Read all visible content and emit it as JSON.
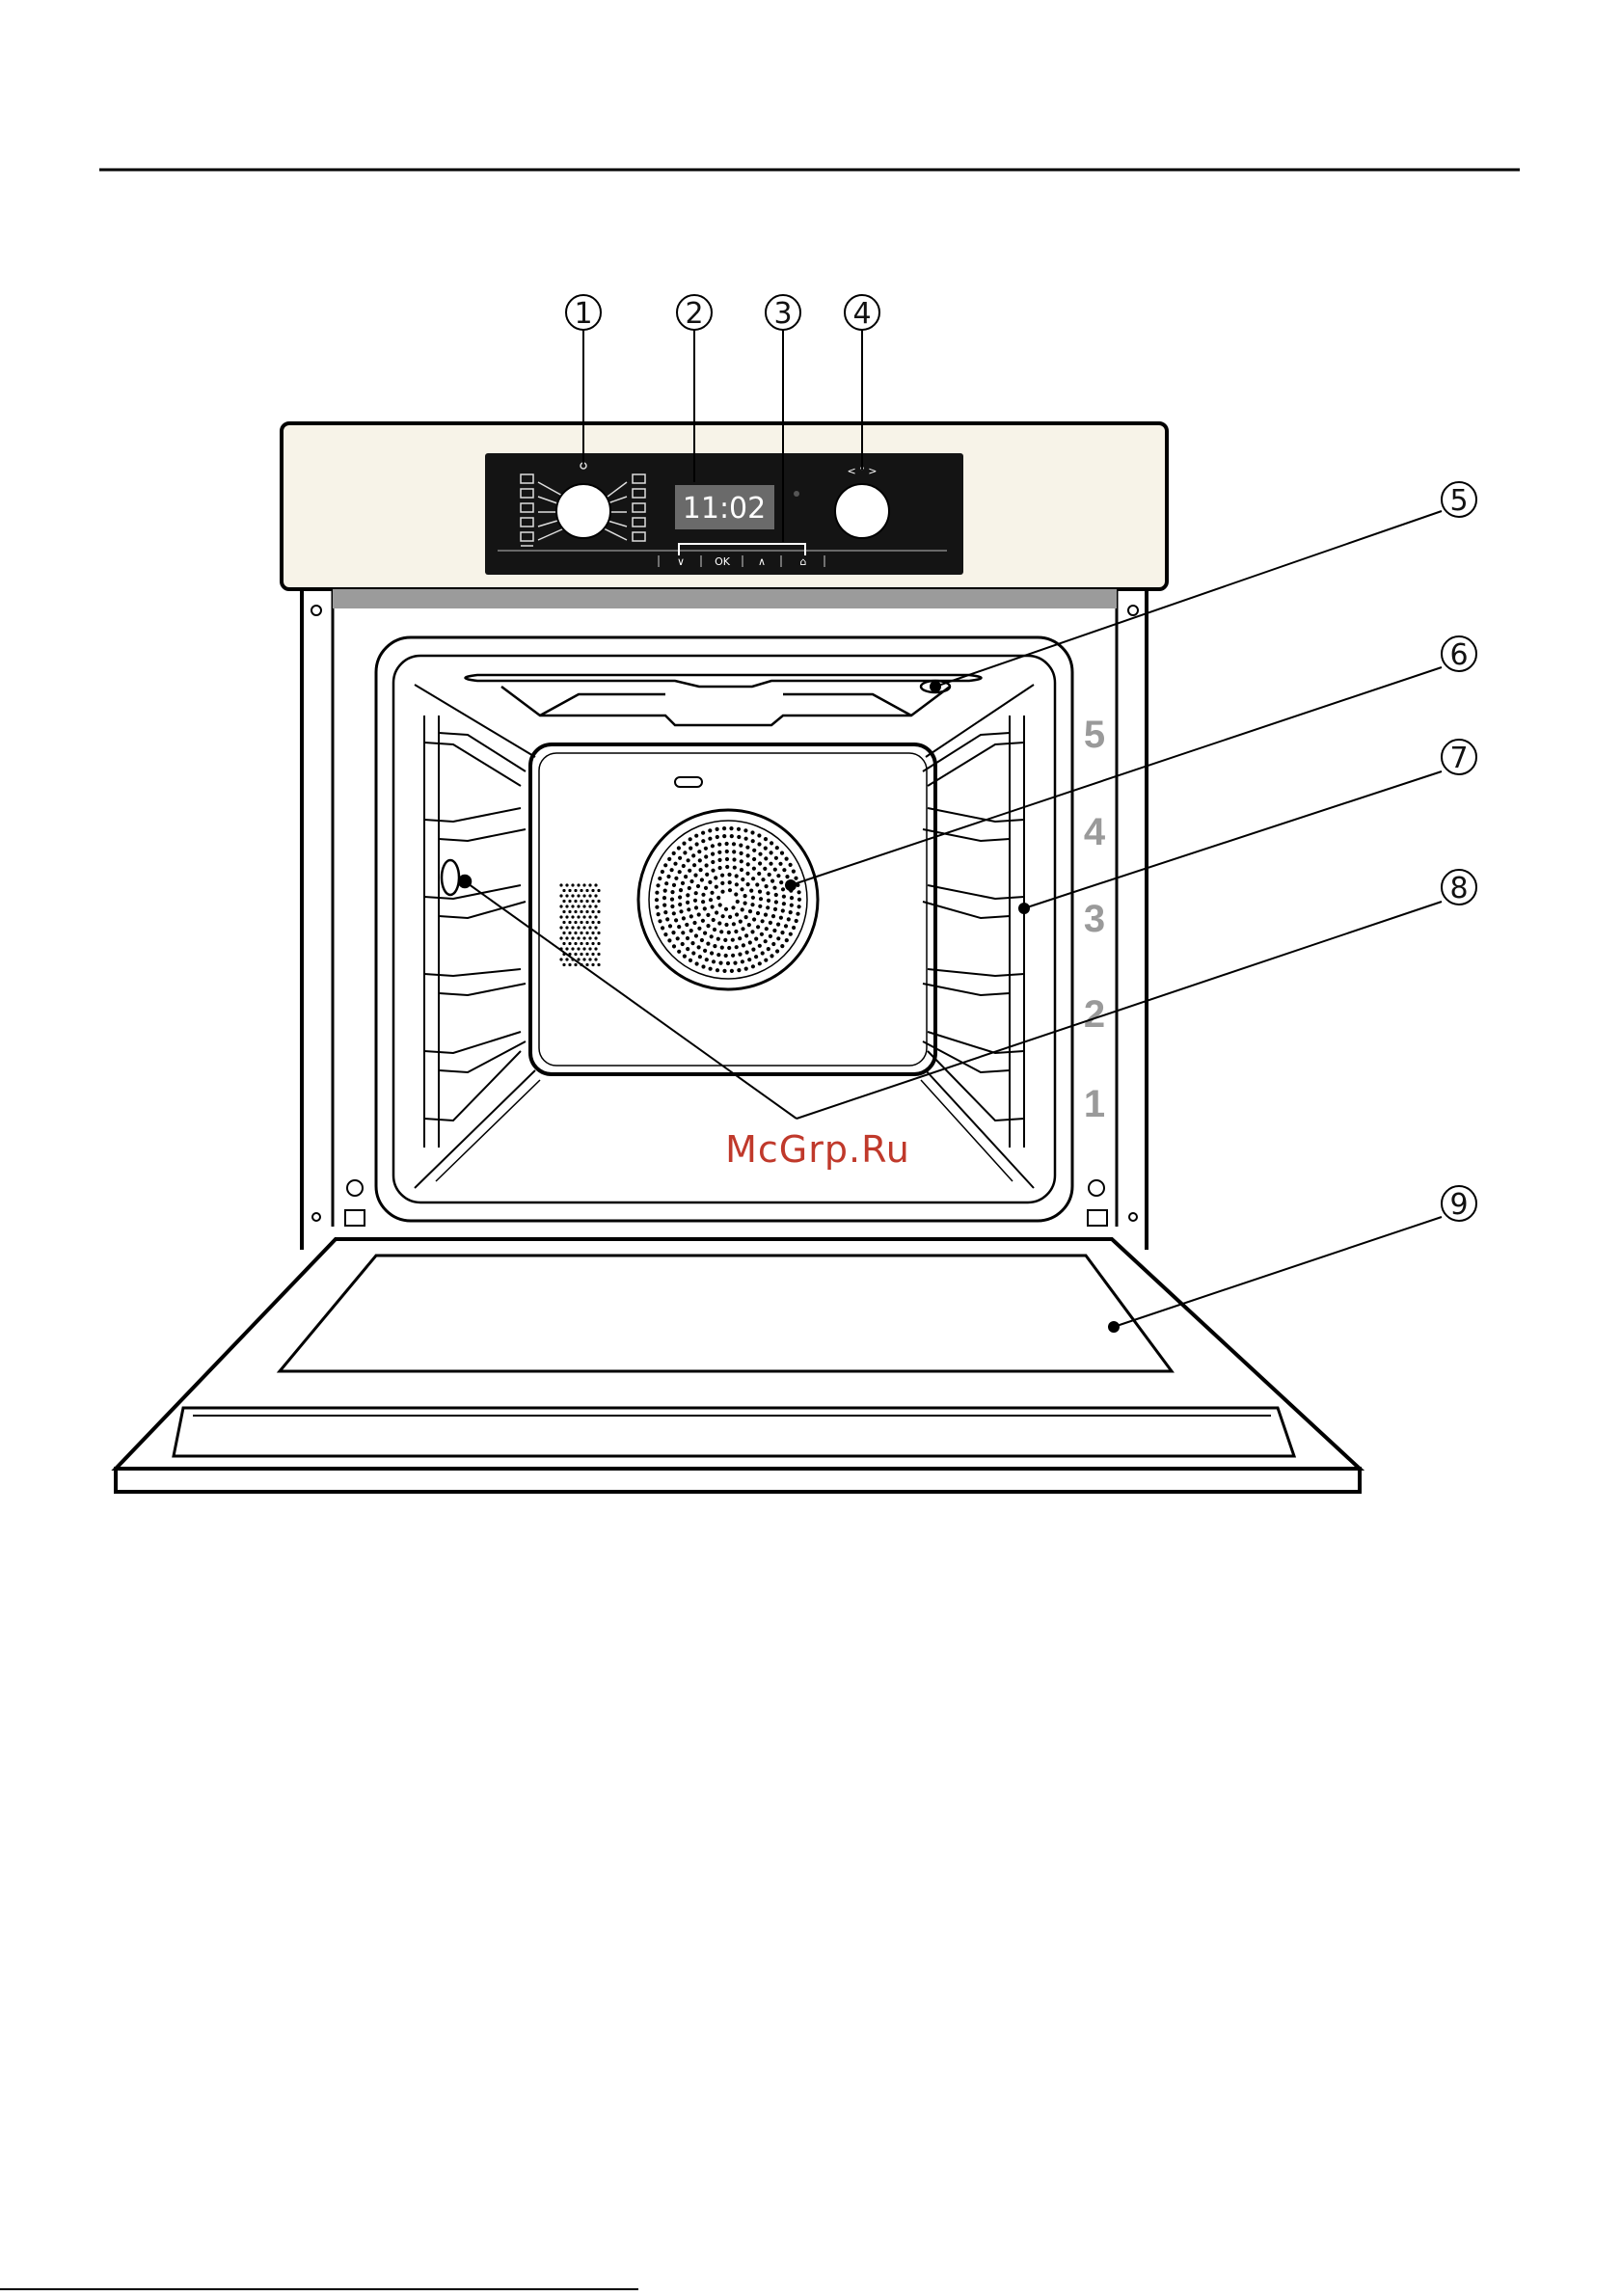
{
  "display": {
    "time": "11:02"
  },
  "buttons": [
    "∨",
    "OK",
    "∧",
    "⌂"
  ],
  "temp_selector": {
    "label": "< ° >"
  },
  "shelf_levels": [
    "5",
    "4",
    "3",
    "2",
    "1"
  ],
  "callouts": [
    "1",
    "2",
    "3",
    "4",
    "5",
    "6",
    "7",
    "8",
    "9"
  ],
  "watermark": "McGrp.Ru",
  "colors": {
    "panel": "#f7f3e8",
    "control_panel": "#141414",
    "display": "#6a6a6a",
    "watermark": "#c0392b",
    "shelf_numbers": "#9a9a9a"
  }
}
